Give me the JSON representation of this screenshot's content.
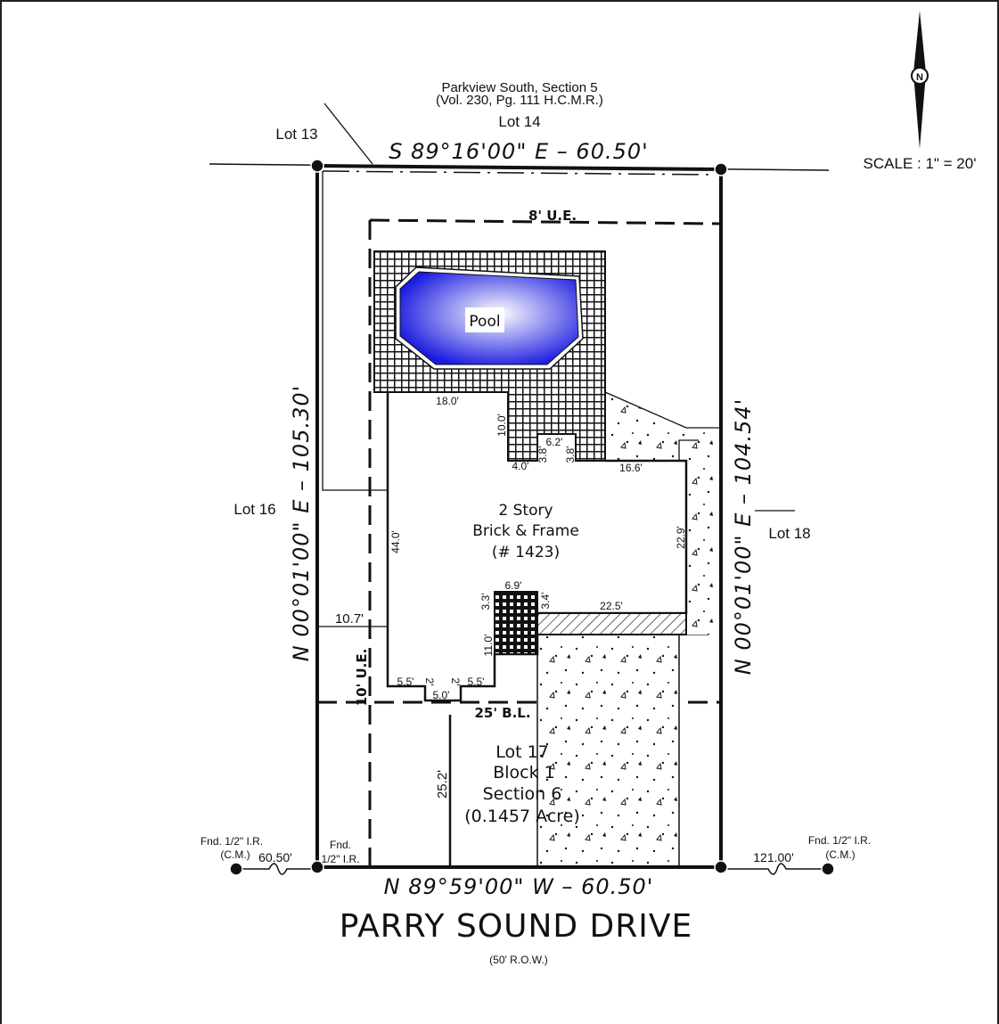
{
  "header": {
    "subdivision": "Parkview South, Section 5",
    "recording": "(Vol. 230, Pg. 111 H.C.M.R.)",
    "scale": "SCALE : 1\" = 20'",
    "north_label": "N"
  },
  "lots": {
    "north": "Lot 14",
    "northwest": "Lot 13",
    "west": "Lot 16",
    "east": "Lot 18"
  },
  "bearings": {
    "north": "S 89°16'00\" E  –  60.50'",
    "south": "N 89°59'00\" W  –  60.50'",
    "west": "N 00°01'00\" E  –  105.30'",
    "east": "N 00°01'00\" E  –  104.54'"
  },
  "easements": {
    "rear": "8' U.E.",
    "side": "10' U.E.",
    "building_line": "25' B.L."
  },
  "pool": {
    "label": "Pool"
  },
  "house": {
    "line1": "2 Story",
    "line2": "Brick & Frame",
    "line3": "(# 1423)"
  },
  "dimensions": [
    "18.0'",
    "10.0'",
    "6.2'",
    "3.8'",
    "3.8'",
    "4.0'",
    "16.6'",
    "44.0'",
    "22.9'",
    "6.9'",
    "3.3'",
    "3.4'",
    "22.5'",
    "11.0'",
    "5.5'",
    "2'",
    "2'",
    "5.5'",
    "5.0'",
    "10.7'",
    "25.2'"
  ],
  "lot_info": {
    "line1": "Lot  17",
    "line2": "Block  1",
    "line3": "Section  6",
    "line4": "(0.1457  Acre)"
  },
  "monuments": {
    "left_far": "Fnd. 1/2\" I.R.",
    "left_far_cm": "(C.M.)",
    "left_dist": "60.50'",
    "left_corner1": "Fnd.",
    "left_corner2": "1/2\" I.R.",
    "right_dist": "121.00'",
    "right_far": "Fnd. 1/2\" I.R.",
    "right_far_cm": "(C.M.)"
  },
  "street": {
    "name": "PARRY SOUND DRIVE",
    "row": "(50' R.O.W.)"
  },
  "colors": {
    "pool_center": "#ffffff",
    "pool_edge": "#1a1ae0",
    "line": "#111111"
  }
}
